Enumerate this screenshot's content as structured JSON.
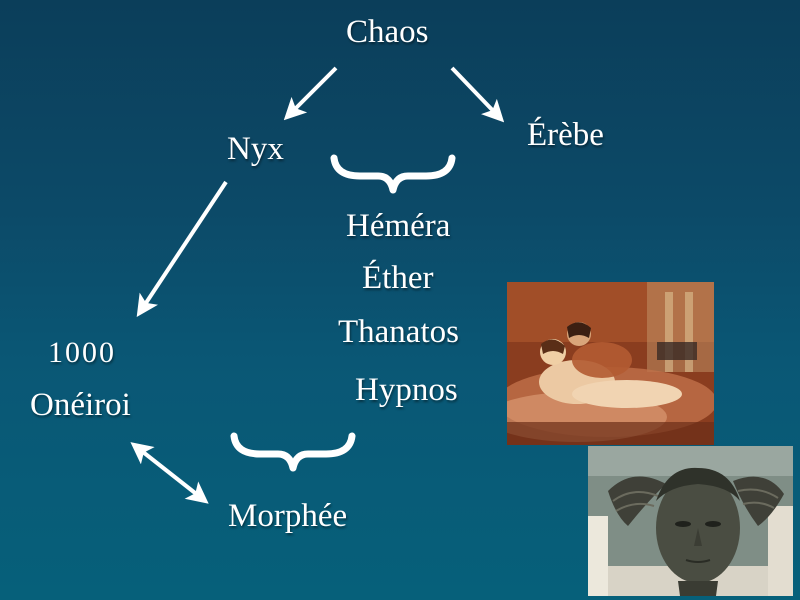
{
  "nodes": {
    "chaos": "Chaos",
    "nyx": "Nyx",
    "erebe": "Érèbe",
    "hemera": "Héméra",
    "ether": "Éther",
    "thanatos": "Thanatos",
    "hypnos": "Hypnos",
    "count": "1000",
    "oneiroi": "Onéiroi",
    "morphee": "Morphée"
  },
  "colors": {
    "text": "#ffffff",
    "arrow": "#ffffff",
    "background": "#0c4a68"
  }
}
